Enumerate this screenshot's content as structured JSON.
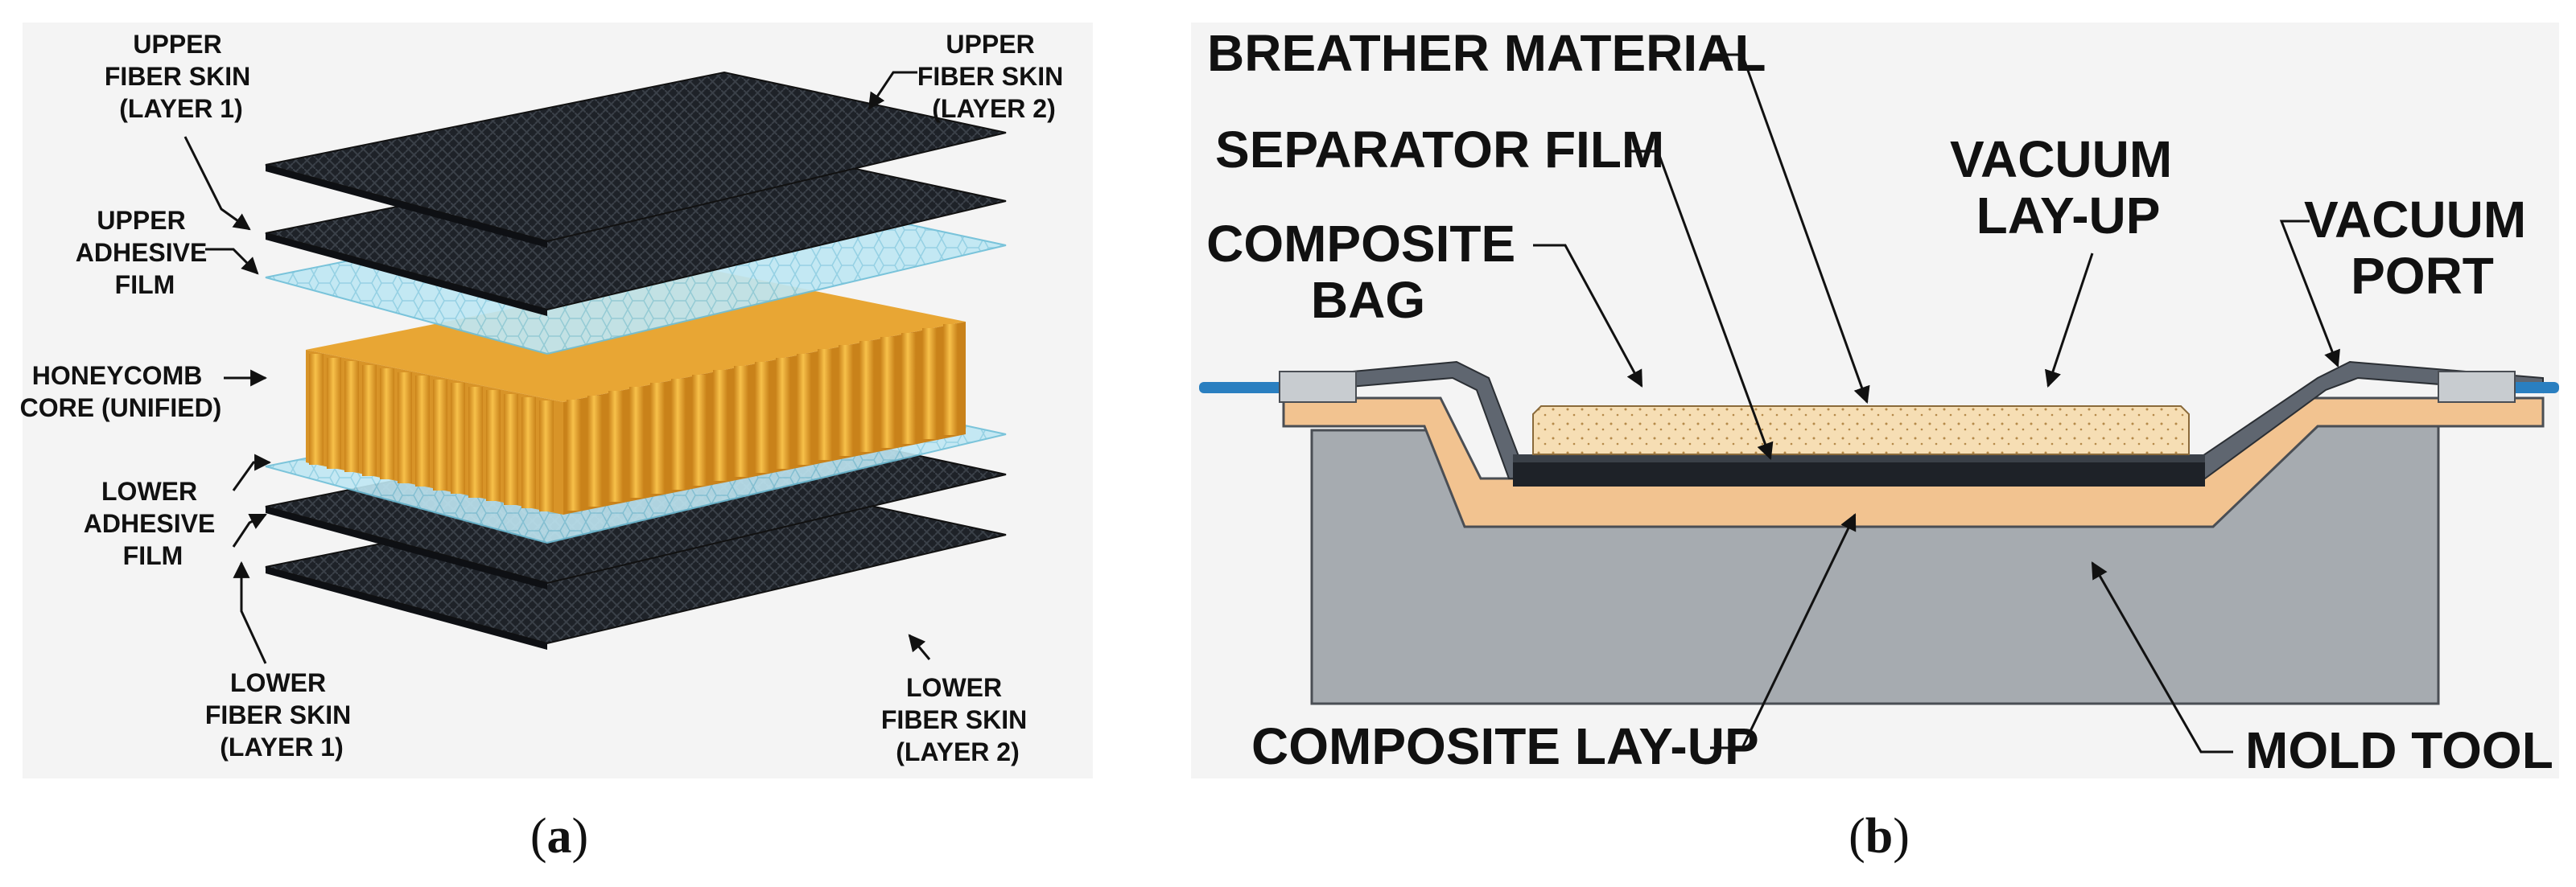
{
  "panel_a": {
    "labels": {
      "upper_skin_1": [
        "UPPER",
        "FIBER SKIN",
        "(LAYER 1)"
      ],
      "upper_skin_2": [
        "UPPER",
        "FIBER SKIN",
        "(LAYER 2)"
      ],
      "upper_adhesive": [
        "UPPER",
        "ADHESIVE",
        "FILM"
      ],
      "honeycomb": [
        "HONEYCOMB",
        "CORE (UNIFIED)"
      ],
      "lower_adhesive": [
        "LOWER",
        "ADHESIVE",
        "FILM"
      ],
      "lower_skin_1": [
        "LOWER",
        "FIBER SKIN",
        "(LAYER 1)"
      ],
      "lower_skin_2": [
        "LOWER",
        "FIBER SKIN",
        "(LAYER 2)"
      ]
    },
    "caption_left": "(",
    "caption_letter": "a",
    "caption_right": ")"
  },
  "panel_b": {
    "labels": {
      "breather": [
        "BREATHER MATERIAL"
      ],
      "separator": [
        "SEPARATOR FILM"
      ],
      "composite_bag": [
        "COMPOSITE",
        "BAG"
      ],
      "vacuum_layup": [
        "VACUUM",
        "LAY-UP"
      ],
      "vacuum_port": [
        "VACUUM",
        "PORT"
      ],
      "composite_layup": [
        "COMPOSITE LAY-UP"
      ],
      "mold_tool": [
        "MOLD TOOL"
      ]
    },
    "caption_left": "(",
    "caption_letter": "b",
    "caption_right": ")"
  },
  "colors": {
    "carbon": "#1e2228",
    "carbon_weave": "#3a4048",
    "adhesive": "#a9dcec",
    "honeycomb": "#f0a92a",
    "honeycomb_dark": "#c9821a",
    "mold": "#a6abb0",
    "orange_layer": "#f2c390",
    "breather": "#f6deb4",
    "bag": "#5f6670",
    "hose": "#2a7fc0",
    "panel_bg": "#f4f4f4"
  }
}
